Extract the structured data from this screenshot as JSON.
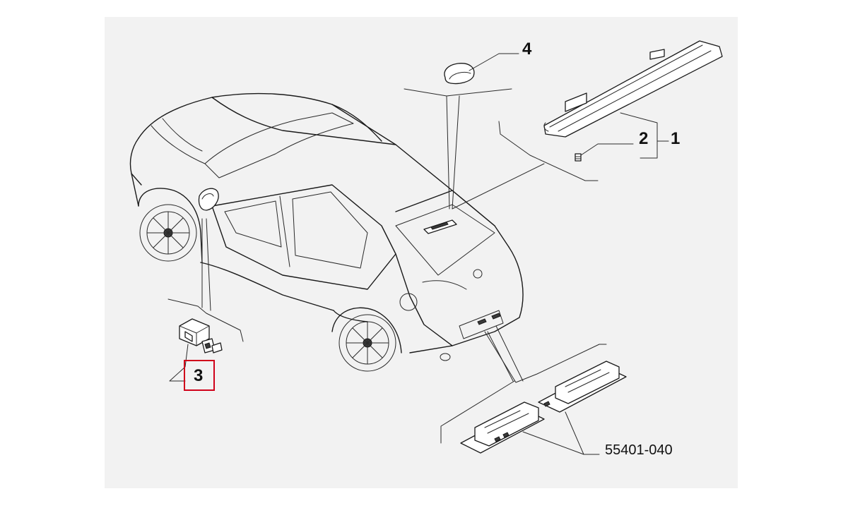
{
  "diagram": {
    "callouts": [
      {
        "id": "1",
        "text": "1"
      },
      {
        "id": "2",
        "text": "2"
      },
      {
        "id": "3",
        "text": "3"
      },
      {
        "id": "4",
        "text": "4"
      }
    ],
    "part_code": "55401-040",
    "highlight": {
      "callout": "3",
      "color": "#d0021b"
    }
  }
}
